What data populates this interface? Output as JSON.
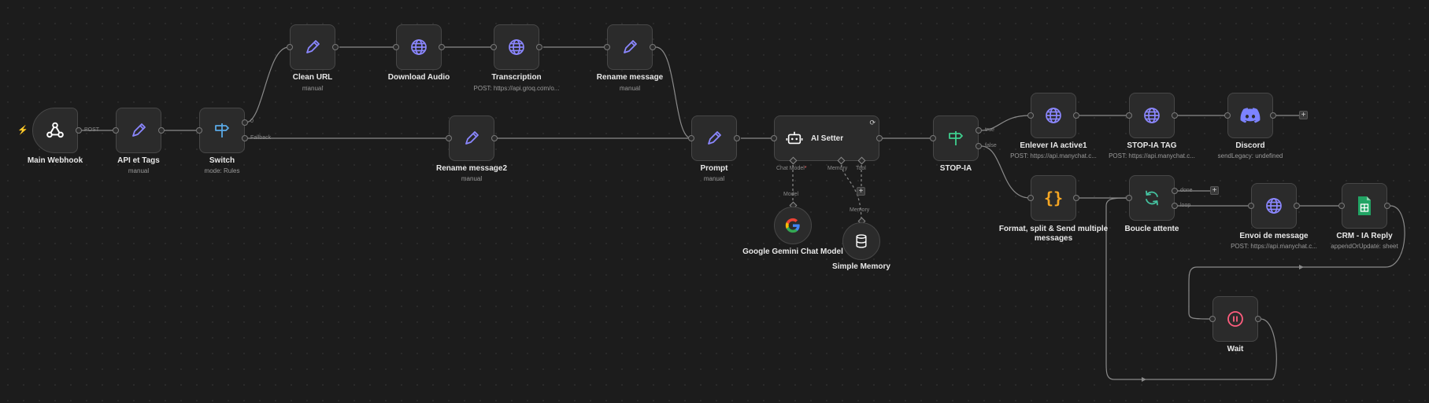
{
  "colors": {
    "canvas": "#1c1c1c",
    "node_bg": "#2b2b2b",
    "edge": "#8a8a8a",
    "icon_purple": "#8b87ff",
    "icon_blue": "#5aa9e6",
    "icon_green": "#3fcf8e",
    "icon_orange": "#f5a623",
    "icon_teal": "#45c2a0",
    "icon_pink": "#ff5d7e",
    "discord": "#7c83ff",
    "sheets_green": "#21a464",
    "trigger_bolt": "#ff6d3a"
  },
  "nodes": {
    "main_webhook": {
      "title": "Main Webhook",
      "icon": "webhook-icon"
    },
    "api_tags": {
      "title": "API et Tags",
      "subtitle": "manual",
      "icon": "pencil-icon"
    },
    "switch": {
      "title": "Switch",
      "subtitle": "mode: Rules",
      "icon": "signpost-icon"
    },
    "clean_url": {
      "title": "Clean URL",
      "subtitle": "manual",
      "icon": "pencil-icon"
    },
    "download_audio": {
      "title": "Download Audio",
      "icon": "globe-icon"
    },
    "transcription": {
      "title": "Transcription",
      "subtitle": "POST: https://api.groq.com/o...",
      "icon": "globe-icon"
    },
    "rename_message": {
      "title": "Rename message",
      "subtitle": "manual",
      "icon": "pencil-icon"
    },
    "rename_message2": {
      "title": "Rename message2",
      "subtitle": "manual",
      "icon": "pencil-icon"
    },
    "prompt": {
      "title": "Prompt",
      "subtitle": "manual",
      "icon": "pencil-icon"
    },
    "ai_setter": {
      "title": "AI Setter",
      "icon": "robot-icon"
    },
    "gemini": {
      "title": "Google Gemini Chat Model",
      "icon": "google-icon"
    },
    "simple_memory": {
      "title": "Simple Memory",
      "icon": "database-icon"
    },
    "stop_ia": {
      "title": "STOP-IA",
      "icon": "signpost-icon"
    },
    "enlever_ia": {
      "title": "Enlever IA active1",
      "subtitle": "POST: https://api.manychat.c...",
      "icon": "globe-icon"
    },
    "stop_ia_tag": {
      "title": "STOP-IA TAG",
      "subtitle": "POST: https://api.manychat.c...",
      "icon": "globe-icon"
    },
    "discord": {
      "title": "Discord",
      "subtitle": "sendLegacy: undefined",
      "icon": "discord-icon"
    },
    "format_split": {
      "title": "Format, split & Send multiple messages",
      "icon": "braces-icon"
    },
    "boucle": {
      "title": "Boucle attente",
      "icon": "loop-icon"
    },
    "envoi": {
      "title": "Envoi de message",
      "subtitle": "POST: https://api.manychat.c...",
      "icon": "globe-icon"
    },
    "crm": {
      "title": "CRM - IA Reply",
      "subtitle": "appendOrUpdate: sheet",
      "icon": "sheets-icon"
    },
    "wait": {
      "title": "Wait",
      "icon": "pause-icon"
    }
  },
  "edge_labels": {
    "post": "POST",
    "switch_out0": "0",
    "fallback": "Fallback",
    "chat_model": "Chat Model",
    "required_mark": "*",
    "memory": "Memory",
    "tool": "Tool",
    "model_in": "Model",
    "memory_in": "Memory",
    "true": "true",
    "false": "false",
    "done": "done",
    "loop": "loop"
  },
  "controls": {
    "add": "+"
  }
}
